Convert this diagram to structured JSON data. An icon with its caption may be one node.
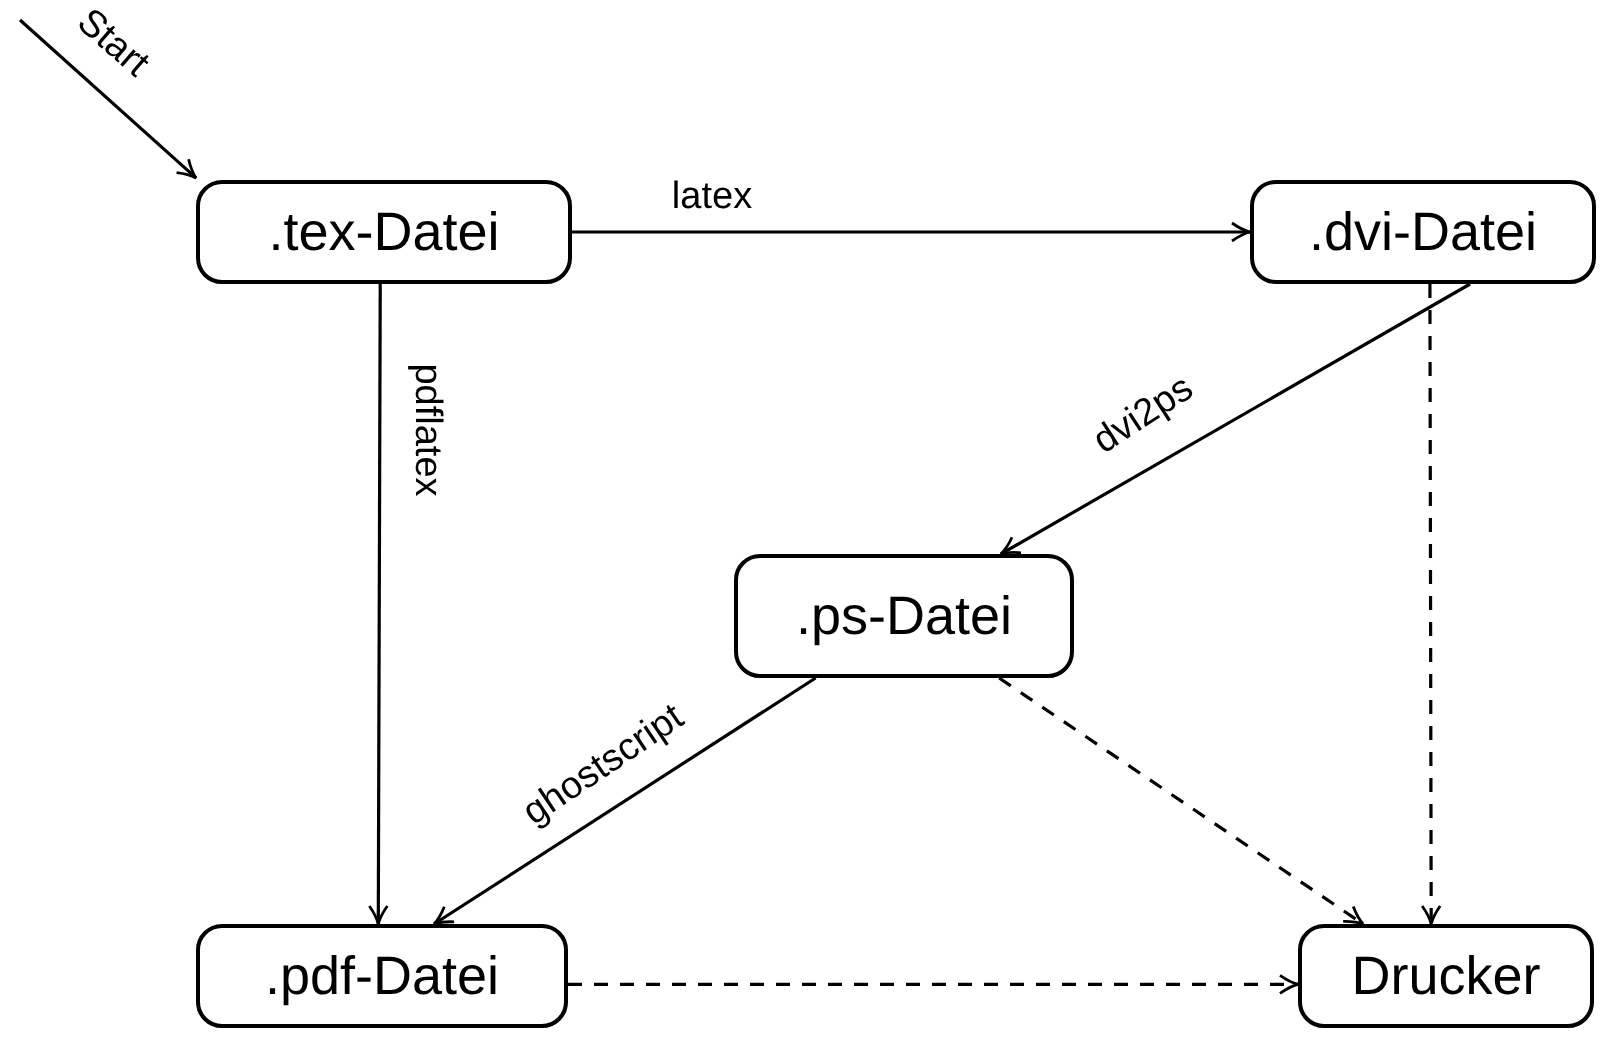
{
  "diagram": {
    "nodes": [
      {
        "text": [
          ".tex-Datei"
        ]
      },
      {
        "text": [
          ".dvi-Datei"
        ]
      },
      {
        "text": [
          ".ps-Datei"
        ]
      },
      {
        "text": [
          ".pdf-Datei"
        ]
      },
      {
        "text": [
          "Drucker"
        ]
      }
    ],
    "edges": [
      {
        "from": null,
        "to": 0,
        "arrow": "to",
        "label": "Start"
      },
      {
        "from": 0,
        "to": 1,
        "arrow": "to",
        "label": "latex"
      },
      {
        "from": 0,
        "to": 3,
        "arrow": "to",
        "label": "pdflatex"
      },
      {
        "from": 1,
        "to": 2,
        "arrow": "to",
        "label": "dvi2ps"
      },
      {
        "from": 2,
        "to": 3,
        "arrow": "to",
        "label": "ghostscript"
      },
      {
        "from": 1,
        "to": 4,
        "arrow": "to",
        "style": "dashed"
      },
      {
        "from": 2,
        "to": 4,
        "arrow": "to",
        "style": "dashed"
      },
      {
        "from": 3,
        "to": 4,
        "arrow": "to",
        "style": "dashed"
      }
    ]
  }
}
